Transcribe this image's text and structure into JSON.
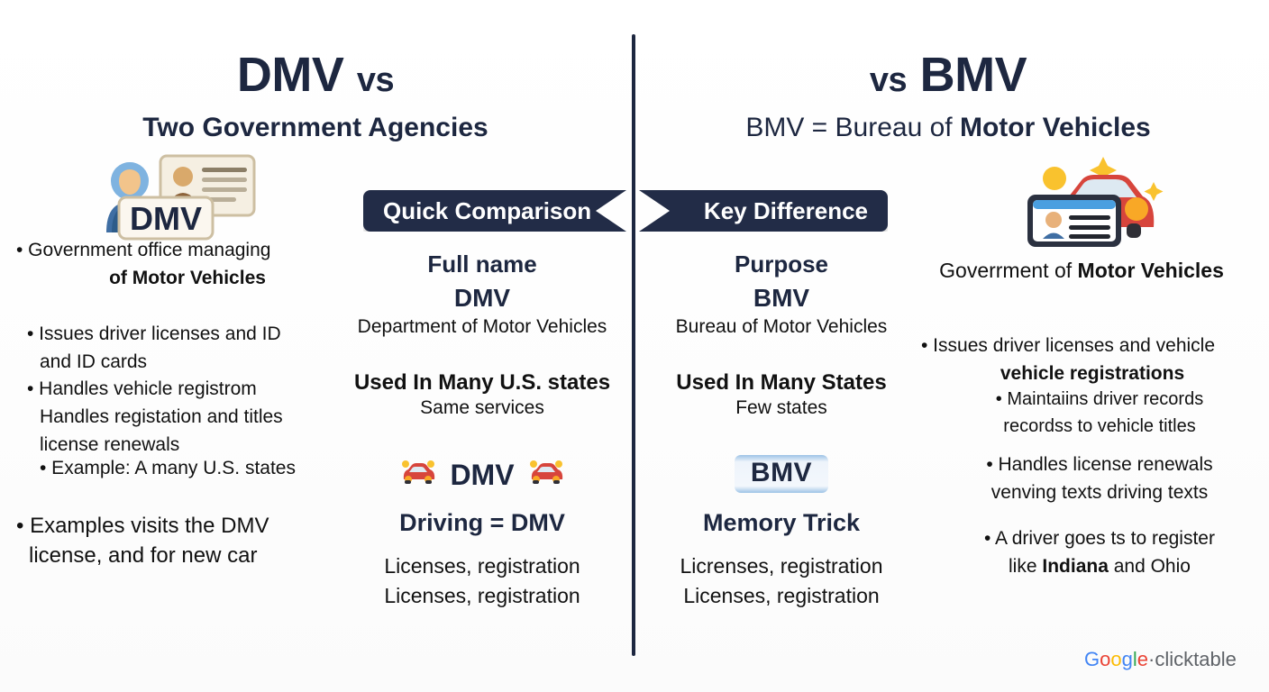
{
  "meta": {
    "background": "#fdfdfd",
    "navy": "#222c47",
    "accent_red": "#e03b33"
  },
  "left_panel": {
    "title_main": "DMV",
    "title_vs": "vs",
    "subtitle": "Two Government Agencies",
    "icon_name": "dmv-person-id-card-icon",
    "icon_label": "DMV",
    "bullets": [
      {
        "line1": "• Government office managing",
        "line2": "of Motor Vehicles"
      },
      {
        "line1": "• Issues driver licenses and ID",
        "line2": "and ID cards"
      },
      {
        "line1": "• Handles vehicle registrom",
        "line2": "Handles registation and titles",
        "line3": "license renewals"
      },
      {
        "line1": "• Example: A many U.S. states"
      },
      {
        "line1": "• Examples visits the DMV",
        "line2": "license, and for new car"
      }
    ]
  },
  "right_panel": {
    "title_main": "BMV",
    "title_vs": "vs",
    "subtitle_plain": "BMV = Bureau of ",
    "subtitle_bold": "Motor Vehicles",
    "icon_name": "bmv-car-license-icon",
    "heading_plain": "Goverrment of ",
    "heading_bold": "Motor Vehicles",
    "bullets": [
      {
        "line1": "• Issues driver licenses and vehicle",
        "line2": "vehicle registrations",
        "line2_bold": true
      },
      {
        "line1": "• Maintaiins driver records",
        "line2": "recordss to vehicle titles"
      },
      {
        "line1": "• Handles license renewals",
        "line2": "venving texts driving texts"
      },
      {
        "line1": "• A driver goes ts to register",
        "line2_pre": "like ",
        "line2_bold_text": "Indiana",
        "line2_post": " and Ohio"
      }
    ]
  },
  "center_left": {
    "ribbon_label": "Quick Comparison",
    "section1": {
      "head": "Full name",
      "abbr": "DMV",
      "sub": "Department of Motor Vehicles"
    },
    "section2": {
      "head": "Used In Many U.S. states",
      "sub": "Same services"
    },
    "emoji_row": {
      "left_icon": "red-car-icon",
      "label": "DMV",
      "right_icon": "red-car-icon"
    },
    "equation": "Driving = DMV",
    "footer_line1": "Licenses, registration",
    "footer_line2": "Licenses, registration"
  },
  "center_right": {
    "ribbon_label": "Key Difference",
    "section1": {
      "head": "Purpose",
      "abbr": "BMV",
      "sub": "Bureau of Motor Vehicles"
    },
    "section2": {
      "head": "Used In Many States",
      "sub": "Few states"
    },
    "badge_label": "BMV",
    "equation": "Memory Trick",
    "footer_line1": "Licrenses, registration",
    "footer_line2": "Licenses, registration"
  },
  "watermark": {
    "g": "G",
    "o1": "o",
    "o2": "o",
    "g2": "g",
    "l": "l",
    "e": "e",
    "tail": "·clicktable"
  }
}
